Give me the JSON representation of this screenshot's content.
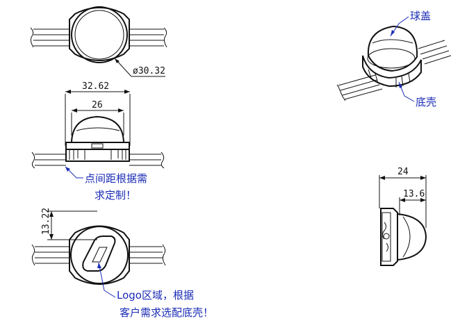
{
  "dimensions": {
    "diameter": "ø30.32",
    "overall_width": "32.62",
    "dome_width": "26",
    "side_height": "13.22",
    "side_depth": "24",
    "dome_depth": "13.6"
  },
  "callouts": {
    "dome_cover": "球盖",
    "base_shell": "底壳",
    "pitch_note_line1": "点间距根据需",
    "pitch_note_line2": "求定制！",
    "logo_note_line1": "Logo区域，根据",
    "logo_note_line2": "客户需求选配底壳！"
  },
  "colors": {
    "line": "#111111",
    "annotation": "#1a2bb5"
  }
}
